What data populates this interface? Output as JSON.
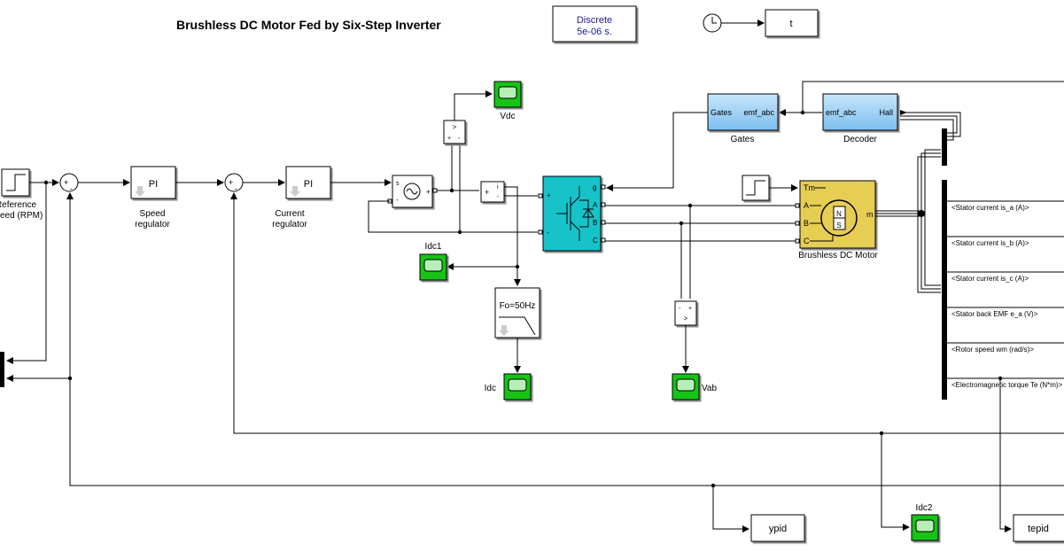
{
  "title": "Brushless DC Motor Fed by Six-Step Inverter",
  "solver": {
    "line1": "Discrete",
    "line2": "5e-06 s."
  },
  "clock_output": "t",
  "reference": {
    "line1": "Reference",
    "line2": "Speed (RPM)"
  },
  "speed_regulator": {
    "block": "PI",
    "line1": "Speed",
    "line2": "regulator"
  },
  "current_regulator": {
    "block": "PI",
    "line1": "Current",
    "line2": "regulator"
  },
  "scopes": {
    "vdc": "Vdc",
    "idc1": "Idc1",
    "idc": "Idc",
    "vab": "Vab",
    "idc2": "Idc2"
  },
  "filter_label": "Fo=50Hz",
  "gates": {
    "in": "Gates",
    "out": "emf_abc",
    "caption": "Gates"
  },
  "decoder": {
    "in": "emf_abc",
    "out": "Hall",
    "caption": "Decoder"
  },
  "motor": {
    "caption": "Brushless DC Motor",
    "tm": "Tm",
    "a": "A",
    "b": "B",
    "c": "C",
    "m": "m",
    "n": "N",
    "s": "S"
  },
  "inverter_ports": {
    "g": "g",
    "a": "A",
    "b": "B",
    "c": "C",
    "plus": "+",
    "minus": "-"
  },
  "signals": [
    "<Stator current is_a (A)>",
    "<Stator current is_b (A)>",
    "<Stator current is_c (A)>",
    "<Stator back EMF e_a (V)>",
    "<Rotor speed wm (rad/s)>",
    "<Electromagnetic torque Te (N*m)>"
  ],
  "outputs": {
    "ypid": "ypid",
    "tepid": "tepid"
  },
  "colors": {
    "scope_green": "#19c319",
    "inverter_cyan": "#19c3c9",
    "motor_yellow": "#e6cd52",
    "subsystem_blue": "#9fd0f2"
  }
}
